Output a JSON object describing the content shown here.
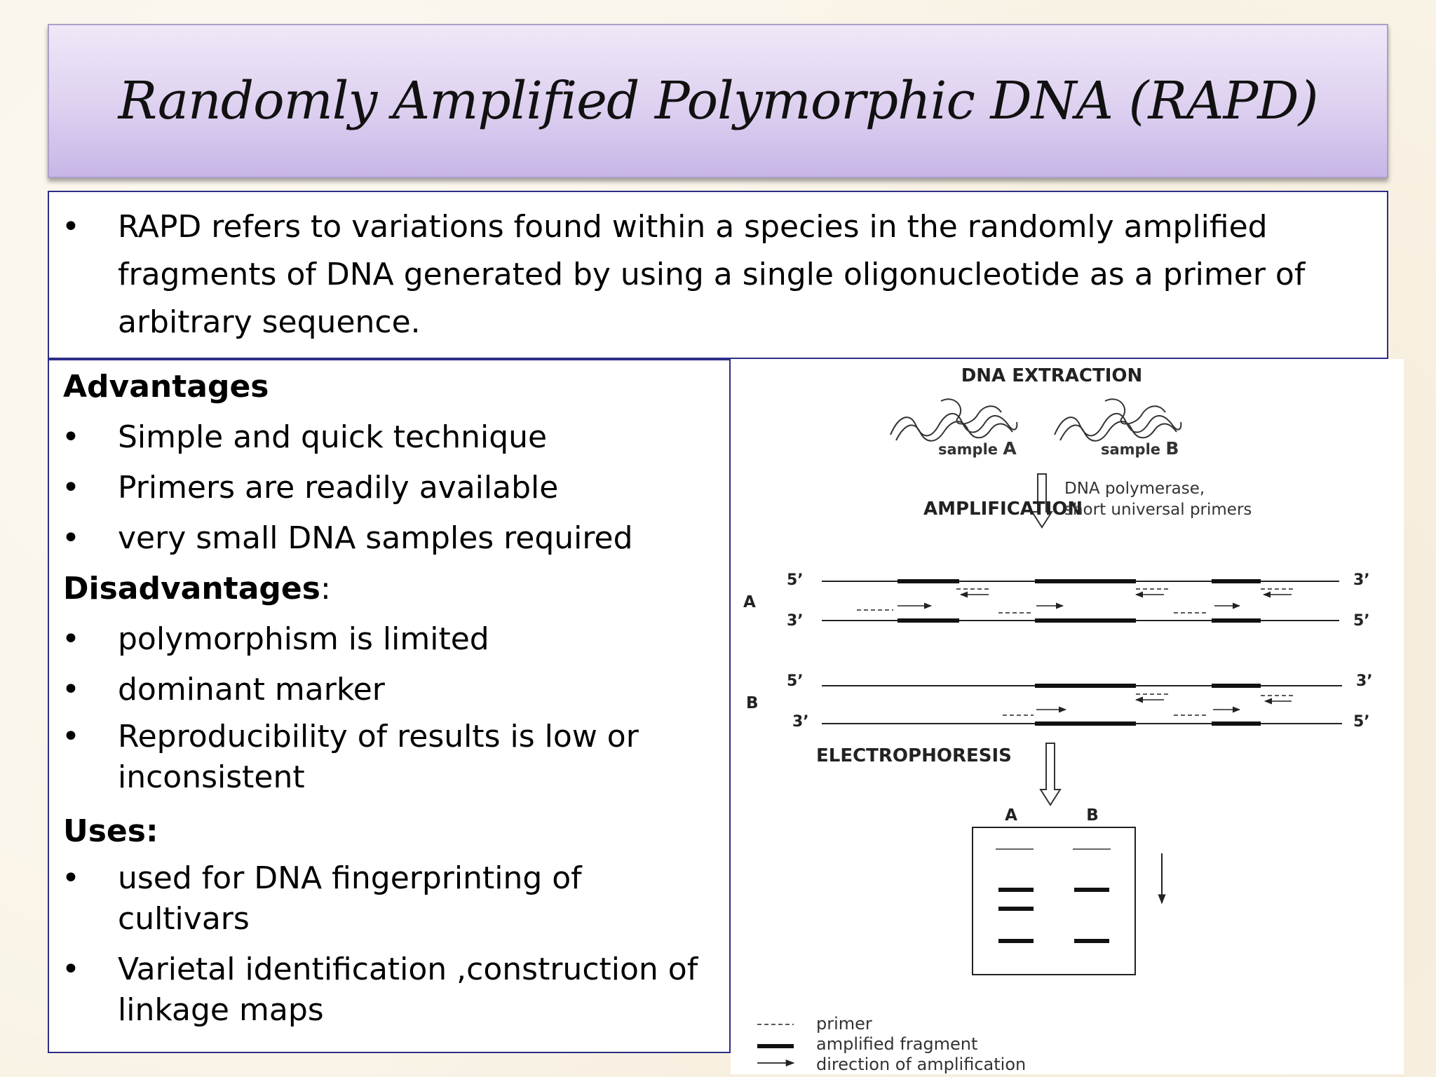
{
  "title": "Randomly Amplified Polymorphic DNA (RAPD)",
  "definition": "RAPD refers to  variations found within a species in the randomly amplified fragments of DNA generated by using a single oligonucleotide as a primer of arbitrary sequence.",
  "bullet_char": "•",
  "advantages": {
    "heading": "Advantages",
    "items": [
      "Simple and quick technique",
      "Primers are readily available",
      "very small DNA samples required"
    ]
  },
  "disadvantages": {
    "heading": "Disadvantages",
    "heading_suffix": ":",
    "items": [
      "polymorphism is limited",
      "dominant marker",
      "Reproducibility of results is low or inconsistent"
    ]
  },
  "uses": {
    "heading": "Uses:",
    "items": [
      "used for DNA fingerprinting of cultivars",
      "Varietal identification ,construction of linkage maps"
    ]
  },
  "diagram": {
    "extraction_label": "DNA EXTRACTION",
    "sample_a_prefix": "sample ",
    "sample_a_letter": "A",
    "sample_b_prefix": "sample ",
    "sample_b_letter": "B",
    "amplification_label": "AMPLIFICATION",
    "polymerase_line1": "DNA polymerase,",
    "polymerase_line2": "short universal primers",
    "row_a_label": "A",
    "row_b_label": "B",
    "five_prime": "5’",
    "three_prime": "3’",
    "electrophoresis_label": "ELECTROPHORESIS",
    "gel_lane_a": "A",
    "gel_lane_b": "B",
    "legend_primer": "primer",
    "legend_fragment": "amplified fragment",
    "legend_direction": "direction of amplification"
  }
}
